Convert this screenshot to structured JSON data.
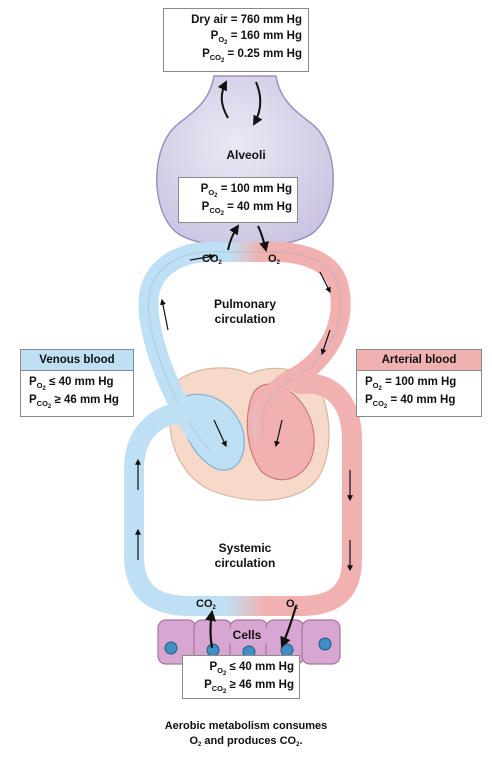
{
  "atmosphere": {
    "line1": "Dry air = 760 mm Hg",
    "po2_value": "= 160 mm Hg",
    "pco2_value": "= 0.25 mm Hg"
  },
  "alveoli": {
    "label": "Alveoli",
    "po2_value": "= 100 mm Hg",
    "pco2_value": "= 40 mm Hg"
  },
  "gas_symbols": {
    "P": "P",
    "O2_sub": "O",
    "CO2_sub": "CO",
    "two": "2"
  },
  "pulmonary": {
    "line1": "Pulmonary",
    "line2": "circulation",
    "co2_label": "CO",
    "o2_label": "O"
  },
  "systemic": {
    "line1": "Systemic",
    "line2": "circulation",
    "co2_label": "CO",
    "o2_label": "O"
  },
  "venous": {
    "title": "Venous blood",
    "po2_value": "≤ 40 mm Hg",
    "pco2_value": "≥ 46 mm Hg"
  },
  "arterial": {
    "title": "Arterial blood",
    "po2_value": "= 100 mm Hg",
    "pco2_value": "= 40 mm Hg"
  },
  "cells": {
    "label": "Cells",
    "po2_value": "≤ 40 mm Hg",
    "pco2_value": "≥ 46 mm Hg"
  },
  "caption": {
    "line1": "Aerobic metabolism consumes",
    "line2_a": "O",
    "line2_b": " and produces CO",
    "line2_c": "."
  },
  "colors": {
    "venous": "#bfe0f4",
    "arterial": "#f2b1b1",
    "alveolus": "#d9d3ea",
    "cell": "#d7a6d1",
    "nucleus": "#3f8fc4"
  }
}
